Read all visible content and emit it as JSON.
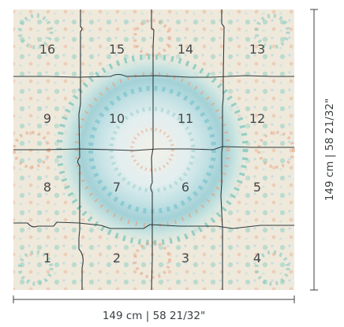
{
  "diagram": {
    "panels": [
      {
        "label": "16"
      },
      {
        "label": "15"
      },
      {
        "label": "14"
      },
      {
        "label": "13"
      },
      {
        "label": "9"
      },
      {
        "label": "10"
      },
      {
        "label": "11"
      },
      {
        "label": "12"
      },
      {
        "label": "8"
      },
      {
        "label": "7"
      },
      {
        "label": "6"
      },
      {
        "label": "5"
      },
      {
        "label": "1"
      },
      {
        "label": "2"
      },
      {
        "label": "3"
      },
      {
        "label": "4"
      }
    ],
    "width_label": "149 cm | 58 21/32\"",
    "height_label": "149 cm | 58 21/32\"",
    "colors": {
      "base": "#efe9dc",
      "teal": "#7fc7bd",
      "blue": "#9fcfe0",
      "coral": "#e6a27f",
      "cut_line": "#2e3a3c",
      "text": "#444a4d"
    }
  }
}
